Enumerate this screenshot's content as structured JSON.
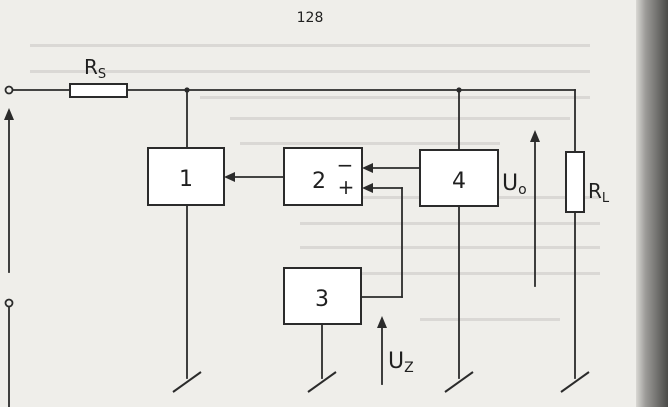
{
  "page": {
    "number": "128"
  },
  "blocks": [
    {
      "id": "1",
      "label": "1"
    },
    {
      "id": "2",
      "label": "2"
    },
    {
      "id": "3",
      "label": "3"
    },
    {
      "id": "4",
      "label": "4"
    }
  ],
  "opamp": {
    "minus": "−",
    "plus": "+"
  },
  "labels": {
    "series_resistor": "R",
    "series_resistor_sub": "S",
    "load_resistor": "R",
    "load_resistor_sub": "L",
    "output_voltage": "U",
    "output_voltage_sub": "o",
    "reference_voltage": "U",
    "reference_voltage_sub": "Z"
  },
  "colors": {
    "paper": "#efeeea",
    "ink": "#2b2b2b",
    "box_fill": "#ffffff"
  }
}
